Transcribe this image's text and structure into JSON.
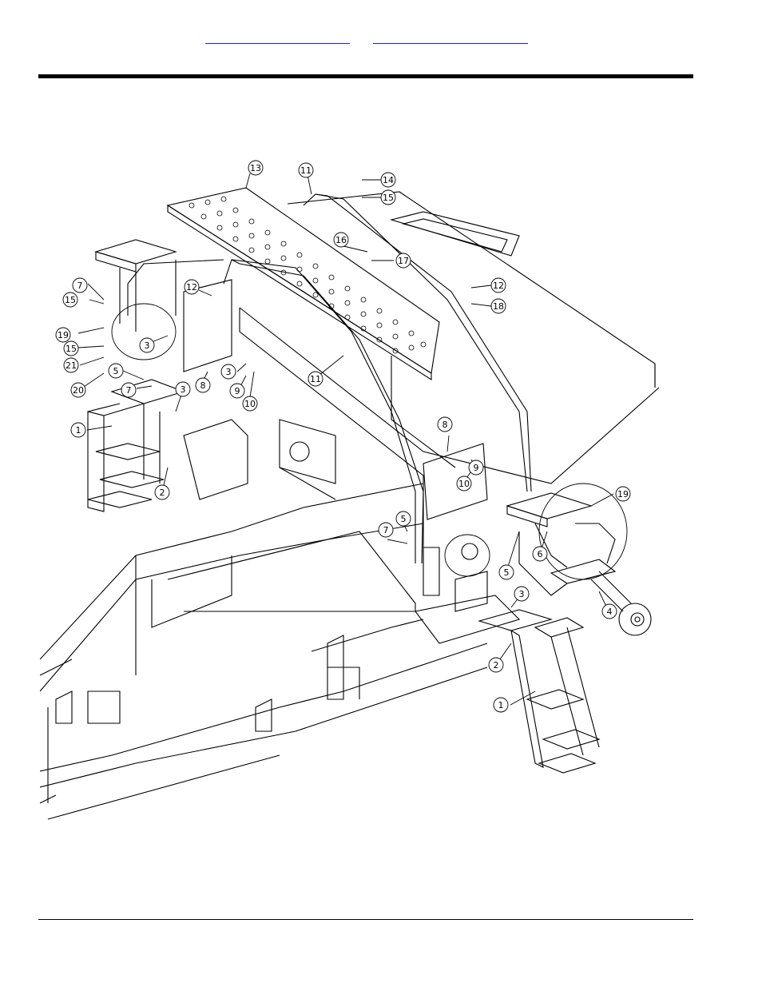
{
  "header": {
    "links": [
      {
        "id": "link-a",
        "label": ""
      },
      {
        "id": "link-b",
        "label": ""
      }
    ]
  },
  "drawing": {
    "callouts": [
      "1",
      "2",
      "3",
      "4",
      "5",
      "6",
      "7",
      "8",
      "9",
      "10",
      "11",
      "12",
      "13",
      "14",
      "15",
      "16",
      "17",
      "18",
      "19",
      "20",
      "21"
    ]
  },
  "colors": {
    "link": "#1a1aff",
    "rule": "#000000",
    "line": "#000000"
  }
}
